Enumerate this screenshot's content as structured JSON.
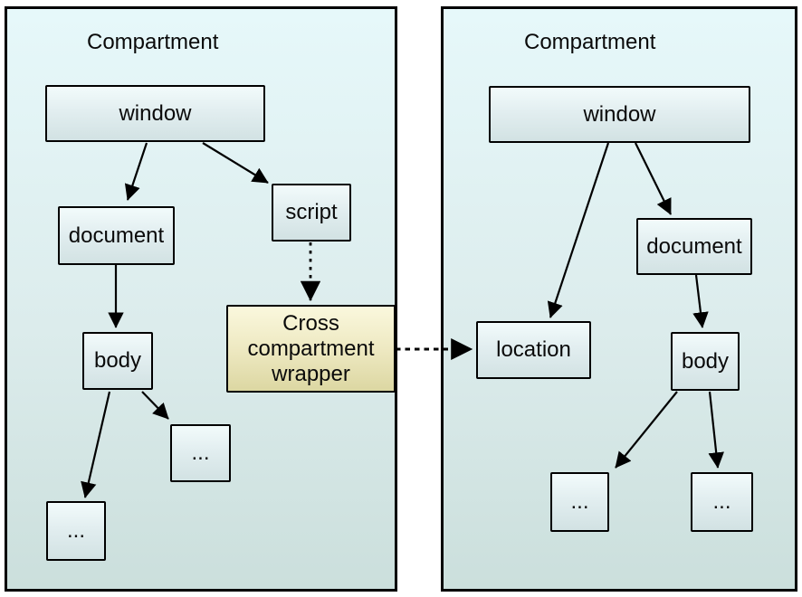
{
  "diagram": {
    "left_compartment": {
      "title": "Compartment",
      "nodes": {
        "window": "window",
        "document": "document",
        "script": "script",
        "body": "body",
        "ellipsis1": "...",
        "ellipsis2": "..."
      }
    },
    "right_compartment": {
      "title": "Compartment",
      "nodes": {
        "window": "window",
        "location": "location",
        "document": "document",
        "body": "body",
        "ellipsis1": "...",
        "ellipsis2": "..."
      }
    },
    "wrapper": {
      "label": "Cross compartment wrapper"
    },
    "colors": {
      "compartment_fill_top": "#e6f8fa",
      "compartment_fill_bottom": "#cbdfdc",
      "node_fill_top": "#f2fbfb",
      "node_fill_bottom": "#d2e2e3",
      "wrapper_fill_top": "#faf8dd",
      "wrapper_fill_bottom": "#dcd7a2",
      "border": "#000000",
      "arrow": "#000000",
      "page_background": "#ffffff"
    }
  }
}
